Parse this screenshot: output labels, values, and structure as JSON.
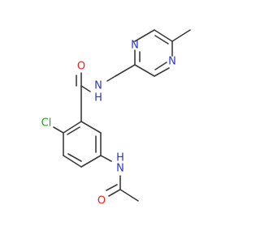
{
  "colors": {
    "bond": "#3b3b3b",
    "nitrogen": "#2a36c8",
    "oxygen": "#e2261c",
    "chlorine": "#2aa02a"
  },
  "atoms": {
    "pyrazine_n_top": "N",
    "pyrazine_n_bottom": "N",
    "amide_nh": "N",
    "amide_h": "H",
    "amide_o": "O",
    "chlorine": "Cl",
    "acetamide_nh": "N",
    "acetamide_h": "H",
    "acetamide_o": "O"
  }
}
